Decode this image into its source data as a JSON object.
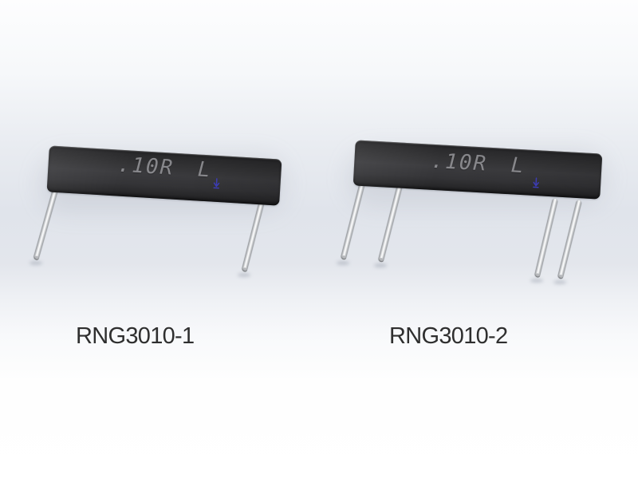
{
  "figure": {
    "products": [
      {
        "label": "RNG3010-1",
        "marking": ".10R L",
        "pin_count": 2
      },
      {
        "label": "RNG3010-2",
        "marking": ".10R L",
        "pin_count": 4
      }
    ],
    "colors": {
      "body": "#323234",
      "lead_silver": "#d9dbdd",
      "marking_text": "#9a9a9e",
      "origin_marker_blue": "#3c3cb4",
      "label_text": "#2f2f2f",
      "background_mid_band": "#e0e4eb"
    }
  }
}
